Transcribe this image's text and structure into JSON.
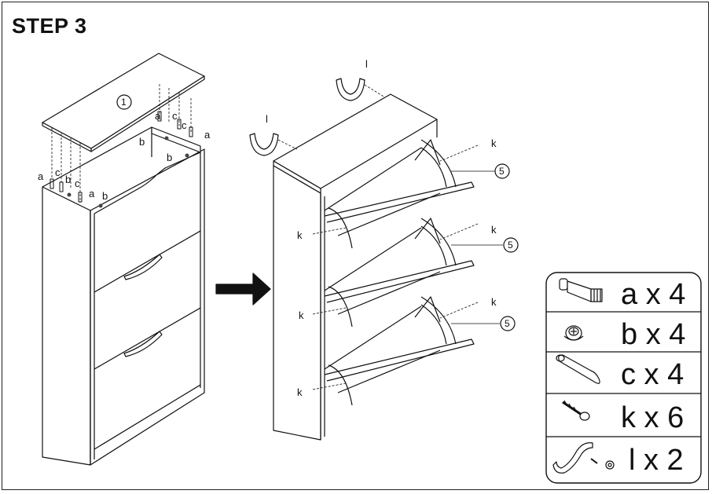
{
  "step_title": "STEP 3",
  "callouts": {
    "top_panel": "1",
    "hinge_top": "5",
    "hinge_mid": "5",
    "hinge_bottom": "5"
  },
  "left_labels": {
    "a1": "a",
    "c1": "c",
    "b1": "b",
    "c2": "c",
    "a2": "a",
    "b2": "b",
    "a3": "a",
    "c3": "c",
    "c4": "c",
    "a4": "a",
    "b3": "b",
    "b4": "b"
  },
  "right_labels": {
    "l1": "l",
    "l2": "l",
    "k1": "k",
    "k2": "k",
    "k3": "k",
    "k4": "k",
    "k5": "k",
    "k6": "k"
  },
  "parts": [
    {
      "icon": "cam-dowel-icon",
      "label": "a x 4"
    },
    {
      "icon": "cam-lock-icon",
      "label": "b x 4"
    },
    {
      "icon": "wood-dowel-icon",
      "label": "c x 4"
    },
    {
      "icon": "screw-icon",
      "label": "k x 6"
    },
    {
      "icon": "bracket-icon",
      "label": "l x 2"
    }
  ]
}
